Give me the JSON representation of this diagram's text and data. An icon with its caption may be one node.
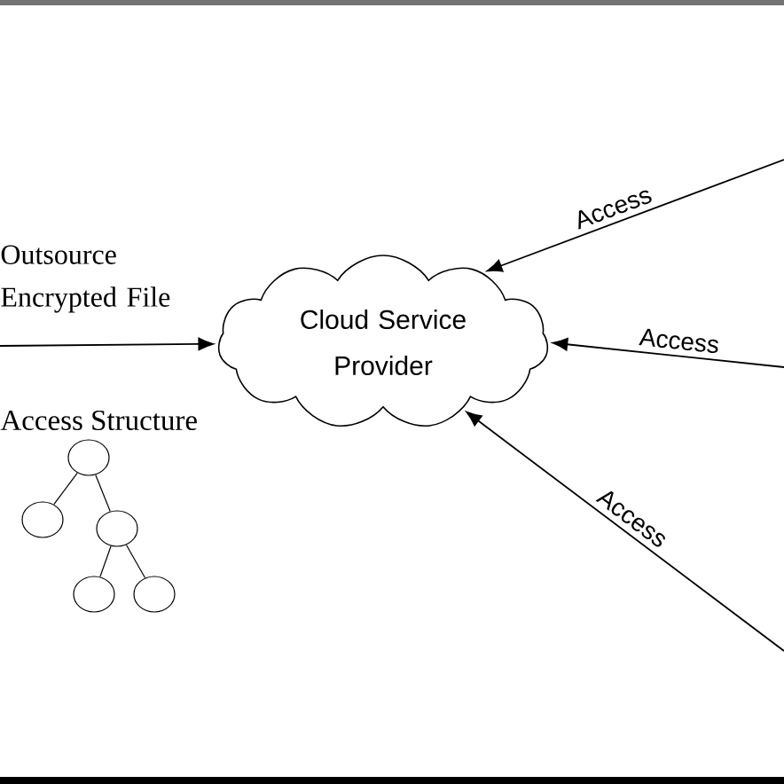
{
  "diagram": {
    "nodes": [
      {
        "text": [
          "Cloud Service Provider"
        ]
      },
      {
        "text": [],
        "shape": "circle"
      },
      {
        "text": [],
        "shape": "circle"
      },
      {
        "text": [],
        "shape": "circle"
      },
      {
        "text": [],
        "shape": "circle"
      },
      {
        "text": [],
        "shape": "circle"
      }
    ],
    "edges": [
      {
        "from": null,
        "to": 0,
        "arrow": "to",
        "label": "Outsource Encrypted File"
      },
      {
        "from": null,
        "to": 0,
        "arrow": "to",
        "label": "Access"
      },
      {
        "from": null,
        "to": 0,
        "arrow": "to",
        "label": "Access"
      },
      {
        "from": null,
        "to": 0,
        "arrow": "to",
        "label": "Access"
      },
      {
        "from": 1,
        "to": 2,
        "arrow": "none"
      },
      {
        "from": 1,
        "to": 3,
        "arrow": "none"
      },
      {
        "from": 3,
        "to": 4,
        "arrow": "none"
      },
      {
        "from": 3,
        "to": 5,
        "arrow": "none"
      }
    ],
    "labels": [
      "Access Structure"
    ]
  }
}
